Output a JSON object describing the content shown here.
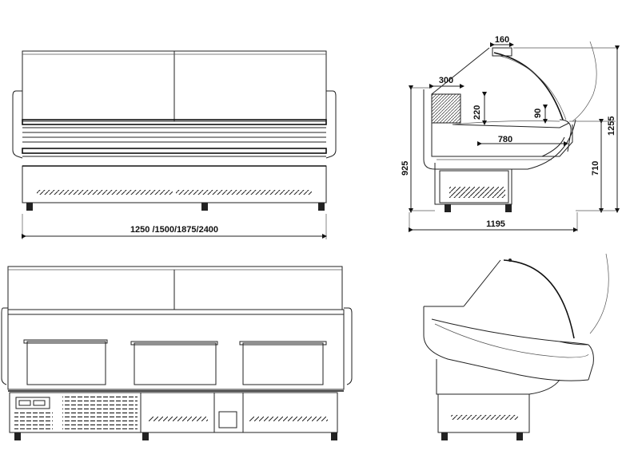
{
  "dimensions": {
    "total_width_variants": "1250 /1500/1875/2400",
    "glass_top_depth": "160",
    "shelf_depth": "300",
    "shelf_height": "220",
    "front_clearance": "90",
    "display_depth": "780",
    "total_height": "1255",
    "counter_height": "925",
    "front_height": "710",
    "total_depth": "1195"
  }
}
